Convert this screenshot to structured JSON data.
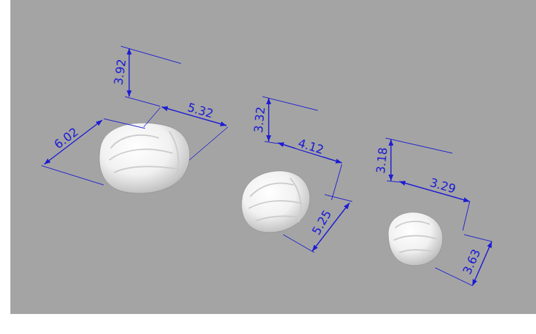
{
  "diagram": {
    "labels": [
      "3.92",
      "5.32",
      "6.02",
      "3.32",
      "4.12",
      "5.25",
      "3.18",
      "3.29",
      "3.63"
    ]
  }
}
